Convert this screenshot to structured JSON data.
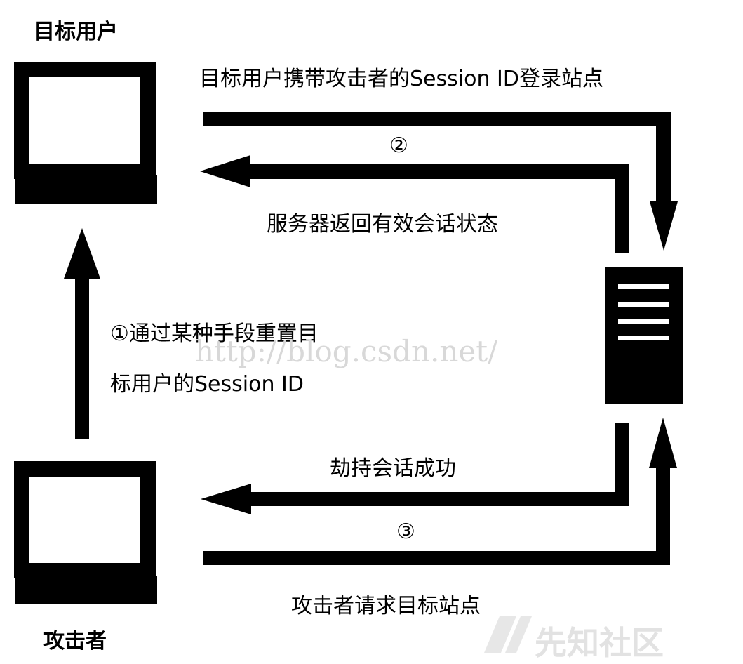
{
  "labels": {
    "target_user": "目标用户",
    "attacker": "攻击者",
    "step1_line1": "①通过某种手段重置目",
    "step1_line2": "标用户的Session ID",
    "step_top": "目标用户携带攻击者的Session ID登录站点",
    "step2_marker": "②",
    "step2_text": "服务器返回有效会话状态",
    "hijack_text": "劫持会话成功",
    "step3_marker": "③",
    "step3_text": "攻击者请求目标站点"
  },
  "watermark": {
    "url": "http://blog.csdn.net/",
    "brand": "先知社区"
  },
  "colors": {
    "ink": "#000000",
    "background": "#ffffff",
    "watermark": "#d8d8d8"
  }
}
